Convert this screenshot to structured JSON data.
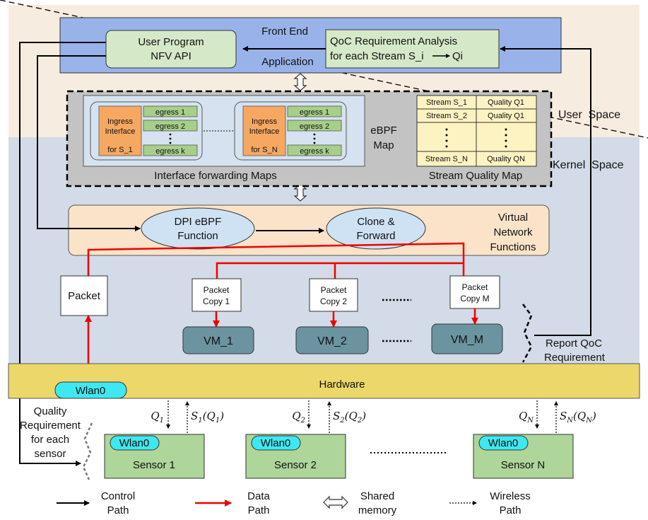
{
  "front_end": {
    "title": "Front End",
    "application_label": "Application",
    "user_program": [
      "User Program",
      "NFV API"
    ],
    "qoc_analysis": [
      "QoC Requirement Analysis",
      "for each Stream S_i",
      "Qi"
    ]
  },
  "space_labels": {
    "user": "User  Space",
    "kernel": "Kernel  Space"
  },
  "ebpf": {
    "map_label": [
      "eBPF",
      "Map"
    ],
    "interface_maps_caption": "Interface forwarding Maps",
    "ingress_left": [
      "Ingress",
      "Interface",
      "for S_1"
    ],
    "ingress_right": [
      "Ingress",
      "Interface",
      "for S_N"
    ],
    "egress_left": [
      "egress 1",
      "egress 2",
      "egress k"
    ],
    "egress_right": [
      "egress 1",
      "egress 2",
      "egress k"
    ],
    "stream_quality_caption": "Stream Quality Map",
    "stream_table": [
      [
        "Stream S_1",
        "Quality Q1"
      ],
      [
        "Stream S_2",
        "Quality Q1"
      ],
      [
        "Stream S_N",
        "Quality QN"
      ]
    ]
  },
  "vnf": {
    "label": [
      "Virtual",
      "Network",
      "Functions"
    ],
    "dpi": [
      "DPI eBPF",
      "Function"
    ],
    "clone": [
      "Clone &",
      "Forward"
    ]
  },
  "packet_label": "Packet",
  "packet_copies": [
    [
      "Packet",
      "Copy 1"
    ],
    [
      "Packet",
      "Copy 2"
    ],
    [
      "Packet",
      "Copy M"
    ]
  ],
  "vms": [
    "VM_1",
    "VM_2",
    "VM_M"
  ],
  "report_qoc": [
    "Report QoC",
    "Requirement"
  ],
  "hardware_label": "Hardware",
  "wlan_label": "Wlan0",
  "quality_req": [
    "Quality",
    "Requirement",
    "for each",
    "sensor"
  ],
  "sensors": [
    "Sensor 1",
    "Sensor 2",
    "Sensor N"
  ],
  "wireless_labels": {
    "q": [
      [
        "Q",
        "1"
      ],
      [
        "Q",
        "2"
      ],
      [
        "Q",
        "N"
      ]
    ],
    "s": [
      [
        "S",
        "1",
        "(Q",
        "1",
        ")"
      ],
      [
        "S",
        "2",
        "(Q",
        "2",
        ")"
      ],
      [
        "S",
        "N",
        "(Q",
        "N",
        ")"
      ]
    ]
  },
  "legend": {
    "control": [
      "Control",
      "Path"
    ],
    "data": [
      "Data",
      "Path"
    ],
    "shared": [
      "Shared",
      "memory"
    ],
    "wireless": [
      "Wireless",
      "Path"
    ]
  },
  "colors": {
    "user_space_bg": "#f7ece0",
    "kernel_space_bg": "#d2dbe7",
    "front_end_blue": "#99b3ea",
    "green_box": "#d5e8c8",
    "ebpf_gray": "#c3c3c3",
    "inner_blue": "#d6e2ef",
    "ingress_orange": "#f6a862",
    "egress_green": "#a8cf8a",
    "table_yellow": "#fdf3c2",
    "vnf_peach": "#fbe3c9",
    "ellipse_blue": "#cfe2f4",
    "vm_teal": "#6c94a0",
    "hardware_yellow": "#ecd76a",
    "wlan_cyan": "#3ee8f0",
    "sensor_green": "#aed59a",
    "data_red": "#ee0000"
  }
}
